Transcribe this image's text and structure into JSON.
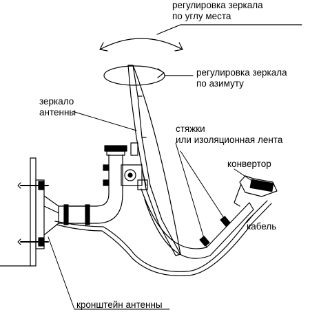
{
  "labels": {
    "elevation_adjust": [
      "регулировка зеркала",
      "по углу места"
    ],
    "azimuth_adjust": [
      "регулировка зеркала",
      "по азимуту"
    ],
    "dish": [
      "зеркало",
      "антенны"
    ],
    "ties": [
      "стяжки",
      "или изоляционная лента"
    ],
    "converter": "конвертор",
    "cable": "кабель",
    "bracket": "кронштейн антенны"
  },
  "colors": {
    "stroke": "#000000",
    "background": "#ffffff"
  }
}
